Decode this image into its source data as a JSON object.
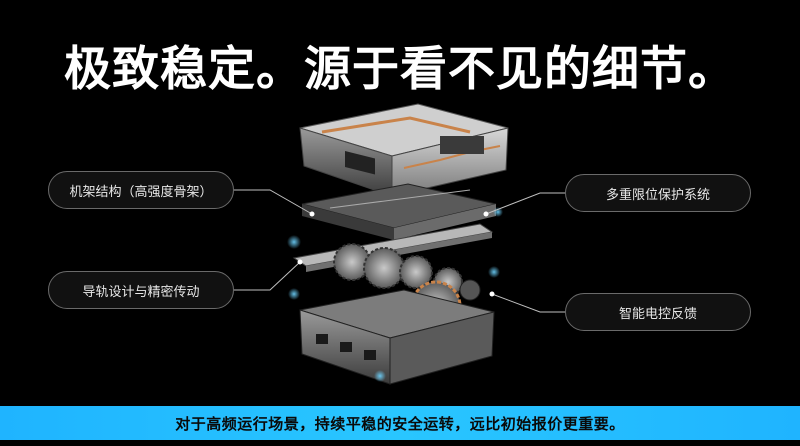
{
  "headline": "极致稳定。源于看不见的细节。",
  "callouts": {
    "frame": "机架结构（高强度骨架）",
    "rail": "导轨设计与精密传动",
    "limit": "多重限位保护系统",
    "feedback": "智能电控反馈"
  },
  "footer": "对于高频运行场景，持续平稳的安全运转，远比初始报价更重要。",
  "colors": {
    "accent": "#1fb4ff",
    "background": "#000000",
    "copper": "#c9834a"
  }
}
